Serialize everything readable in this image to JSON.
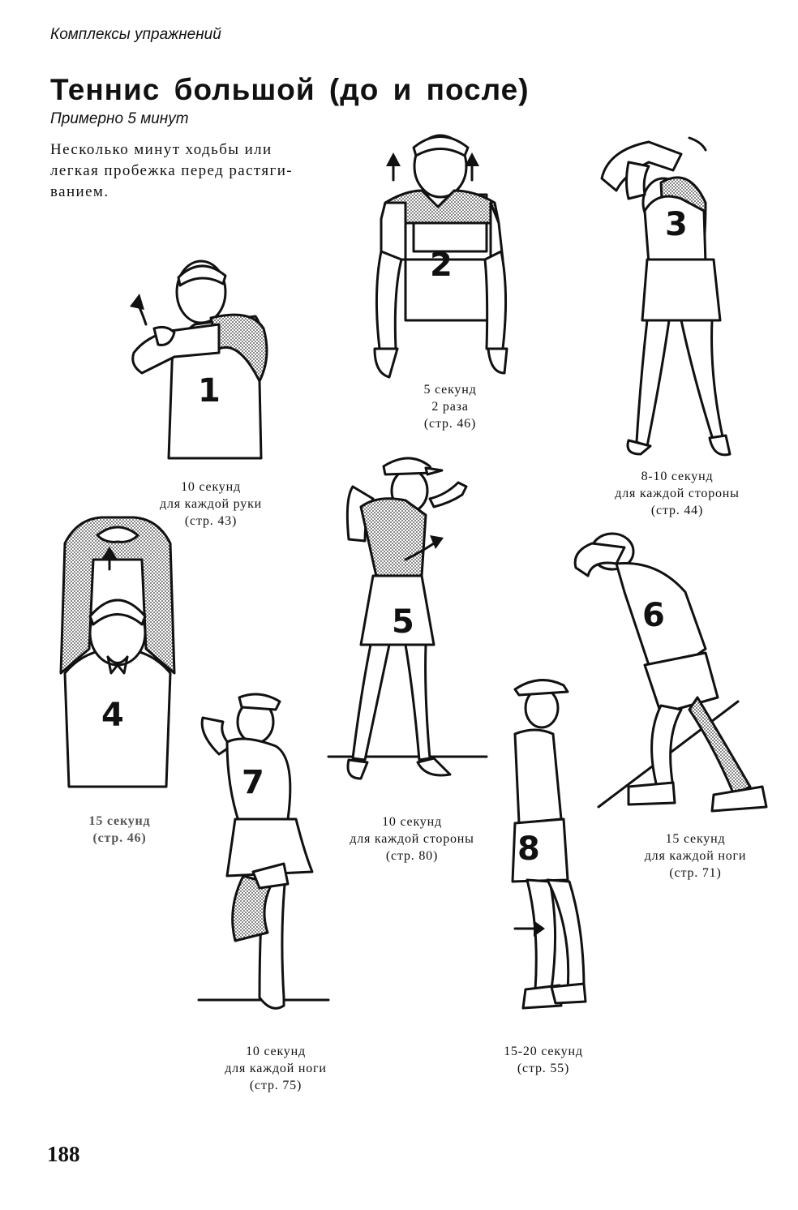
{
  "header": {
    "running_head": "Комплексы упражнений",
    "title": "Теннис большой (до и после)",
    "subtitle": "Примерно 5 минут",
    "intro_lines": [
      "Несколько минут ходьбы или",
      "легкая пробежка перед растяги-",
      "ванием."
    ]
  },
  "exercises": [
    {
      "number": "1",
      "lines": [
        "10 секунд",
        "для каждой руки",
        "(стр. 43)"
      ]
    },
    {
      "number": "2",
      "lines": [
        "5 секунд",
        "2 раза",
        "(стр. 46)"
      ]
    },
    {
      "number": "3",
      "lines": [
        "8-10 секунд",
        "для каждой стороны",
        "(стр. 44)"
      ]
    },
    {
      "number": "4",
      "lines": [
        "15 секунд",
        "(стр. 46)"
      ]
    },
    {
      "number": "5",
      "lines": [
        "10 секунд",
        "для каждой стороны",
        "(стр. 80)"
      ]
    },
    {
      "number": "6",
      "lines": [
        "15 секунд",
        "для каждой ноги",
        "(стр. 71)"
      ]
    },
    {
      "number": "7",
      "lines": [
        "10 секунд",
        "для каждой ноги",
        "(стр. 75)"
      ]
    },
    {
      "number": "8",
      "lines": [
        "15-20 секунд",
        "(стр. 55)"
      ]
    }
  ],
  "footer": {
    "page_number": "188"
  }
}
